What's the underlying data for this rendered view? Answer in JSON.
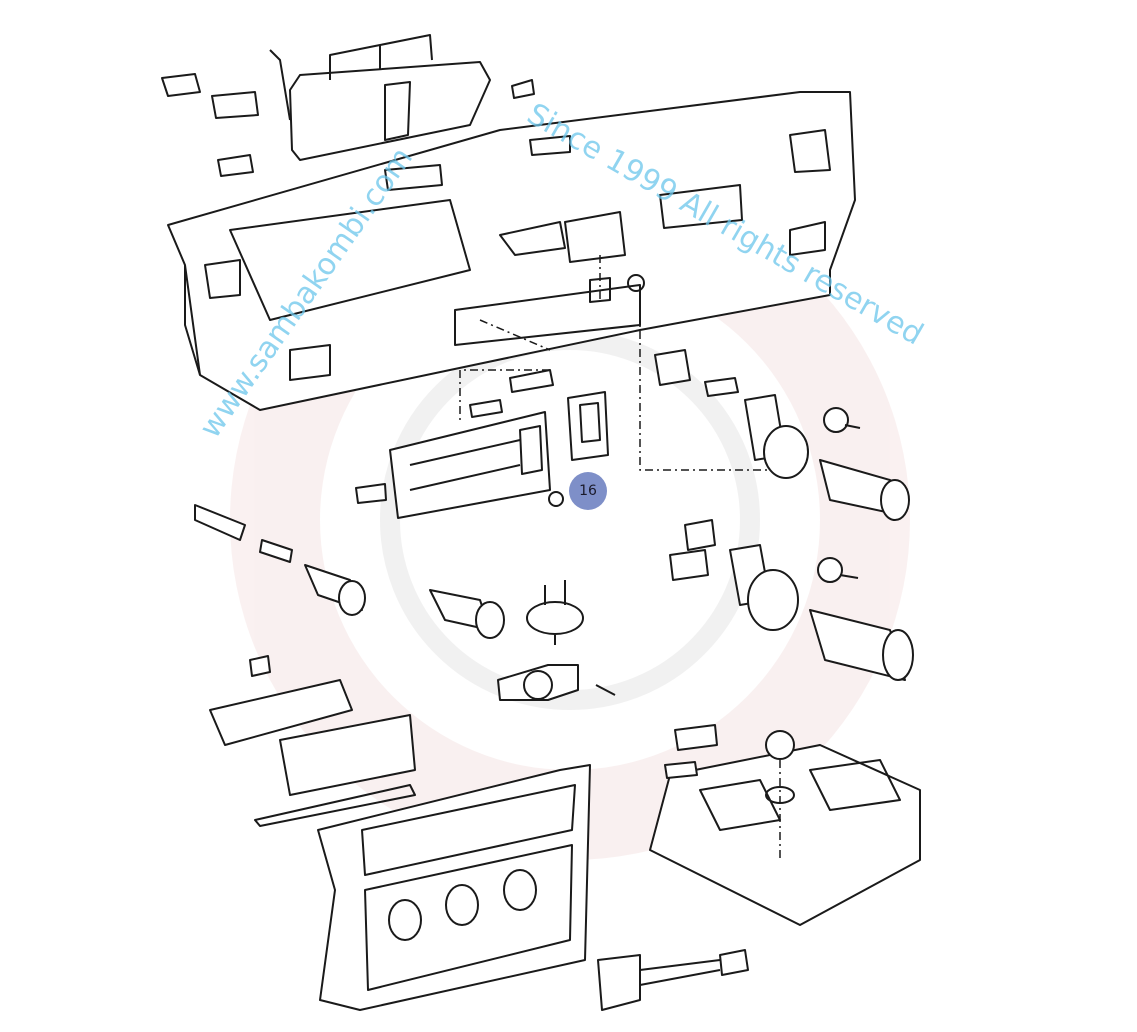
{
  "diagram": {
    "watermark": {
      "left_text": "www.sambakombi.com",
      "right_text": "Since 1999 All rights reserved",
      "color": "#6cc6ec"
    },
    "callouts": [
      {
        "label": "16",
        "color": "#7e8fc8"
      }
    ]
  }
}
